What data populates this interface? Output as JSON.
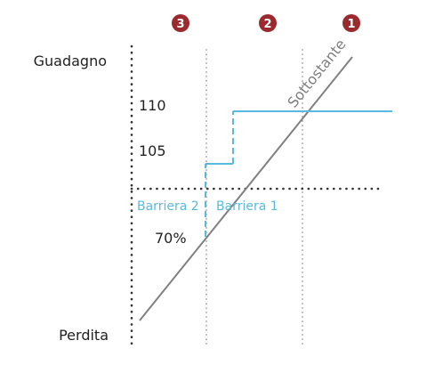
{
  "labels": {
    "gain": "Guadagno",
    "loss": "Perdita",
    "underlying": "Sottostante",
    "barrier_2": "Barriera 2",
    "barrier_1": "Barriera 1"
  },
  "levels": {
    "upper": "110",
    "middle": "105",
    "lower": "70%"
  },
  "scenarios": [
    "3",
    "2",
    "1"
  ],
  "colors": {
    "payoff": "#5bb8de",
    "underlying": "#808080",
    "badge": "#9b2a2e",
    "axis": "#333333",
    "guide": "#888888",
    "text": "#222222"
  }
}
